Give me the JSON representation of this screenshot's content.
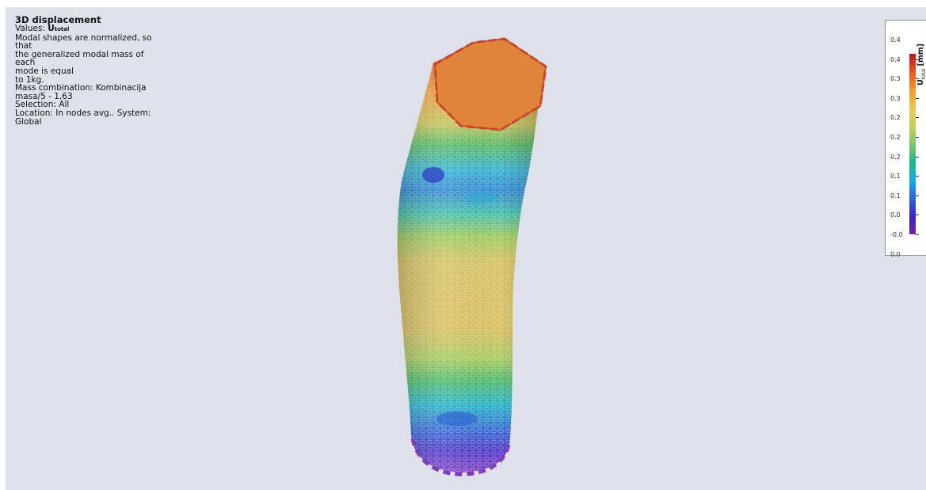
{
  "info": {
    "title": "3D displacement",
    "values_prefix": "Values: ",
    "values_symbol": "U",
    "values_sub": "total",
    "lines": [
      "Modal shapes are normalized, so that",
      "the generalized modal mass of each",
      "mode is equal",
      "to 1kg.",
      "Mass combination: Kombinacija",
      "masa/5 - 1,63",
      "Selection: All",
      "Location: In nodes avg.. System:",
      "Global"
    ]
  },
  "legend": {
    "symbol": "U",
    "sub": "total",
    "unit": "[mm]",
    "labels": [
      "0.4",
      "0.4",
      "0.3",
      "0.3",
      "0.2",
      "0.2",
      "0.2",
      "0.1",
      "0.1",
      "0.0",
      "-0.0",
      "0.0"
    ],
    "colors": [
      "#c0141a",
      "#e8551e",
      "#f39a2b",
      "#e9c74f",
      "#c6d05f",
      "#7dc96a",
      "#19b88a",
      "#16aee0",
      "#2d63d8",
      "#3a22c8",
      "#7a1fa2"
    ]
  },
  "model": {
    "colors": {
      "top": "#e07a34",
      "orange": "#e9a347",
      "yellow": "#d9c266",
      "green": "#5fbd6c",
      "cyan": "#46b9d6",
      "blue": "#3c72d5",
      "purple": "#8a4fc9"
    }
  }
}
